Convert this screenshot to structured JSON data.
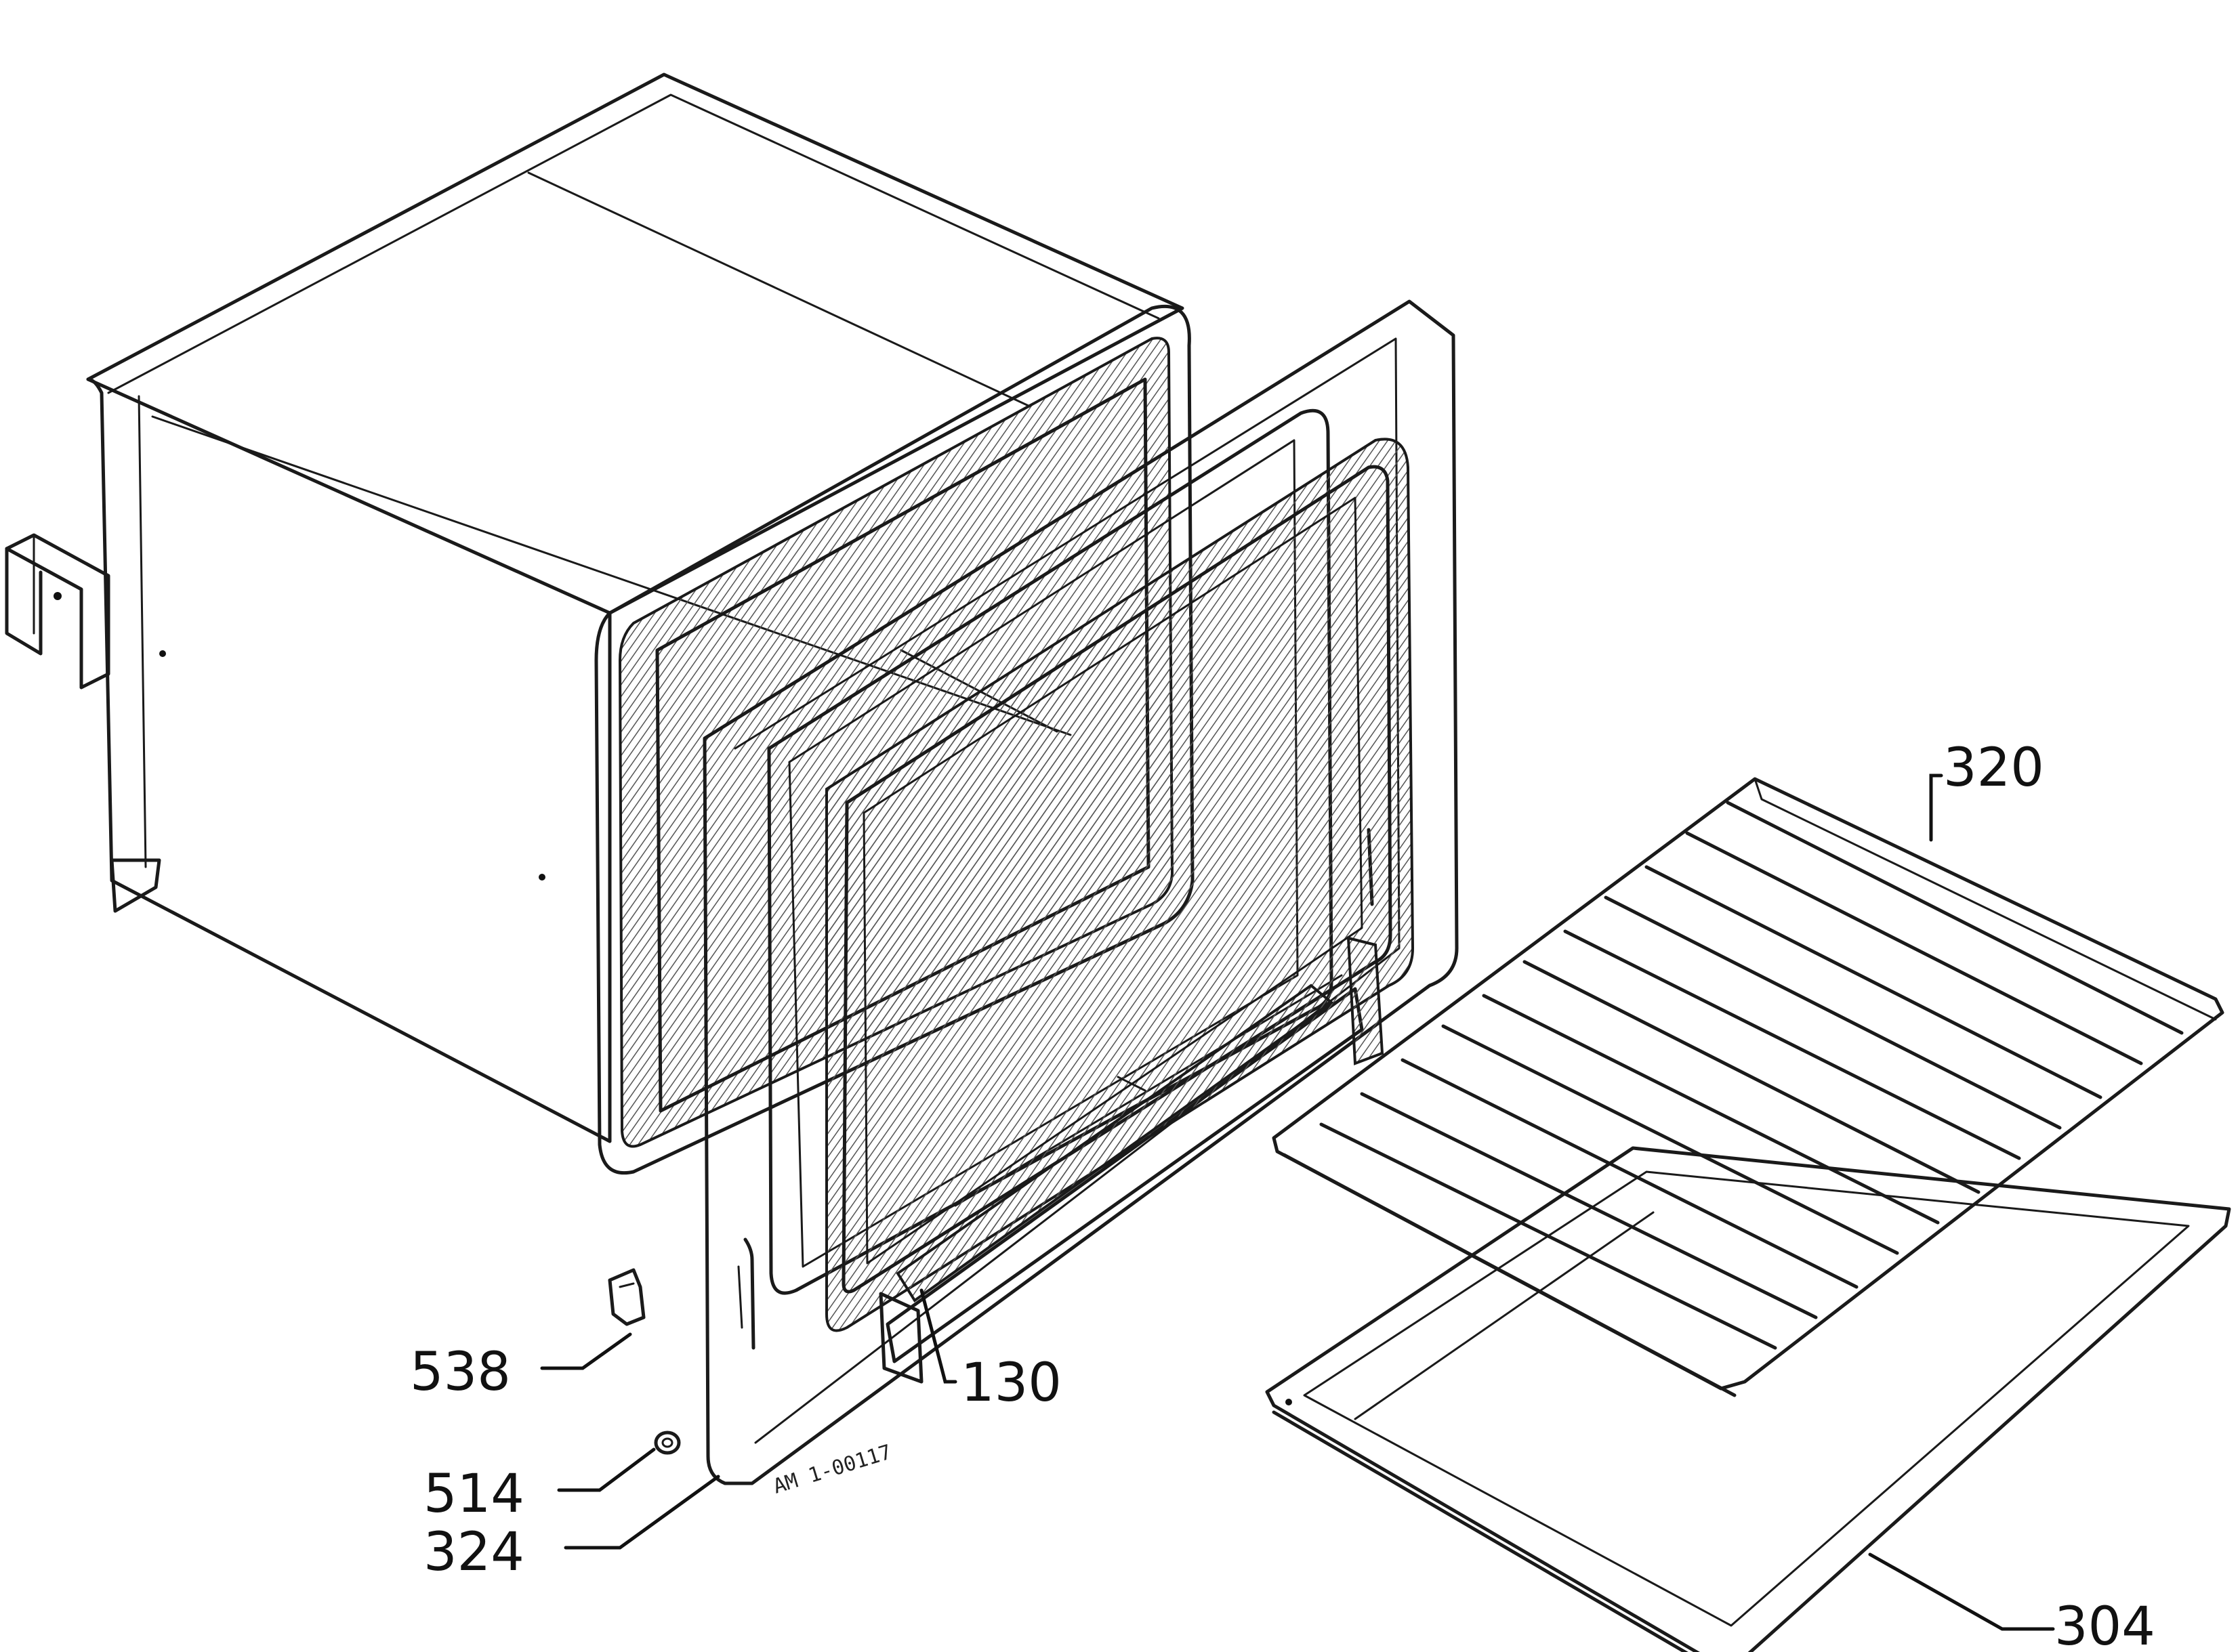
{
  "labels": {
    "p320": "320",
    "p130": "130",
    "p538": "538",
    "p514": "514",
    "p324": "324",
    "p304": "304"
  },
  "stamp": "AM 1-00117",
  "colors": {
    "ink": "#111111",
    "paper": "#ffffff"
  }
}
